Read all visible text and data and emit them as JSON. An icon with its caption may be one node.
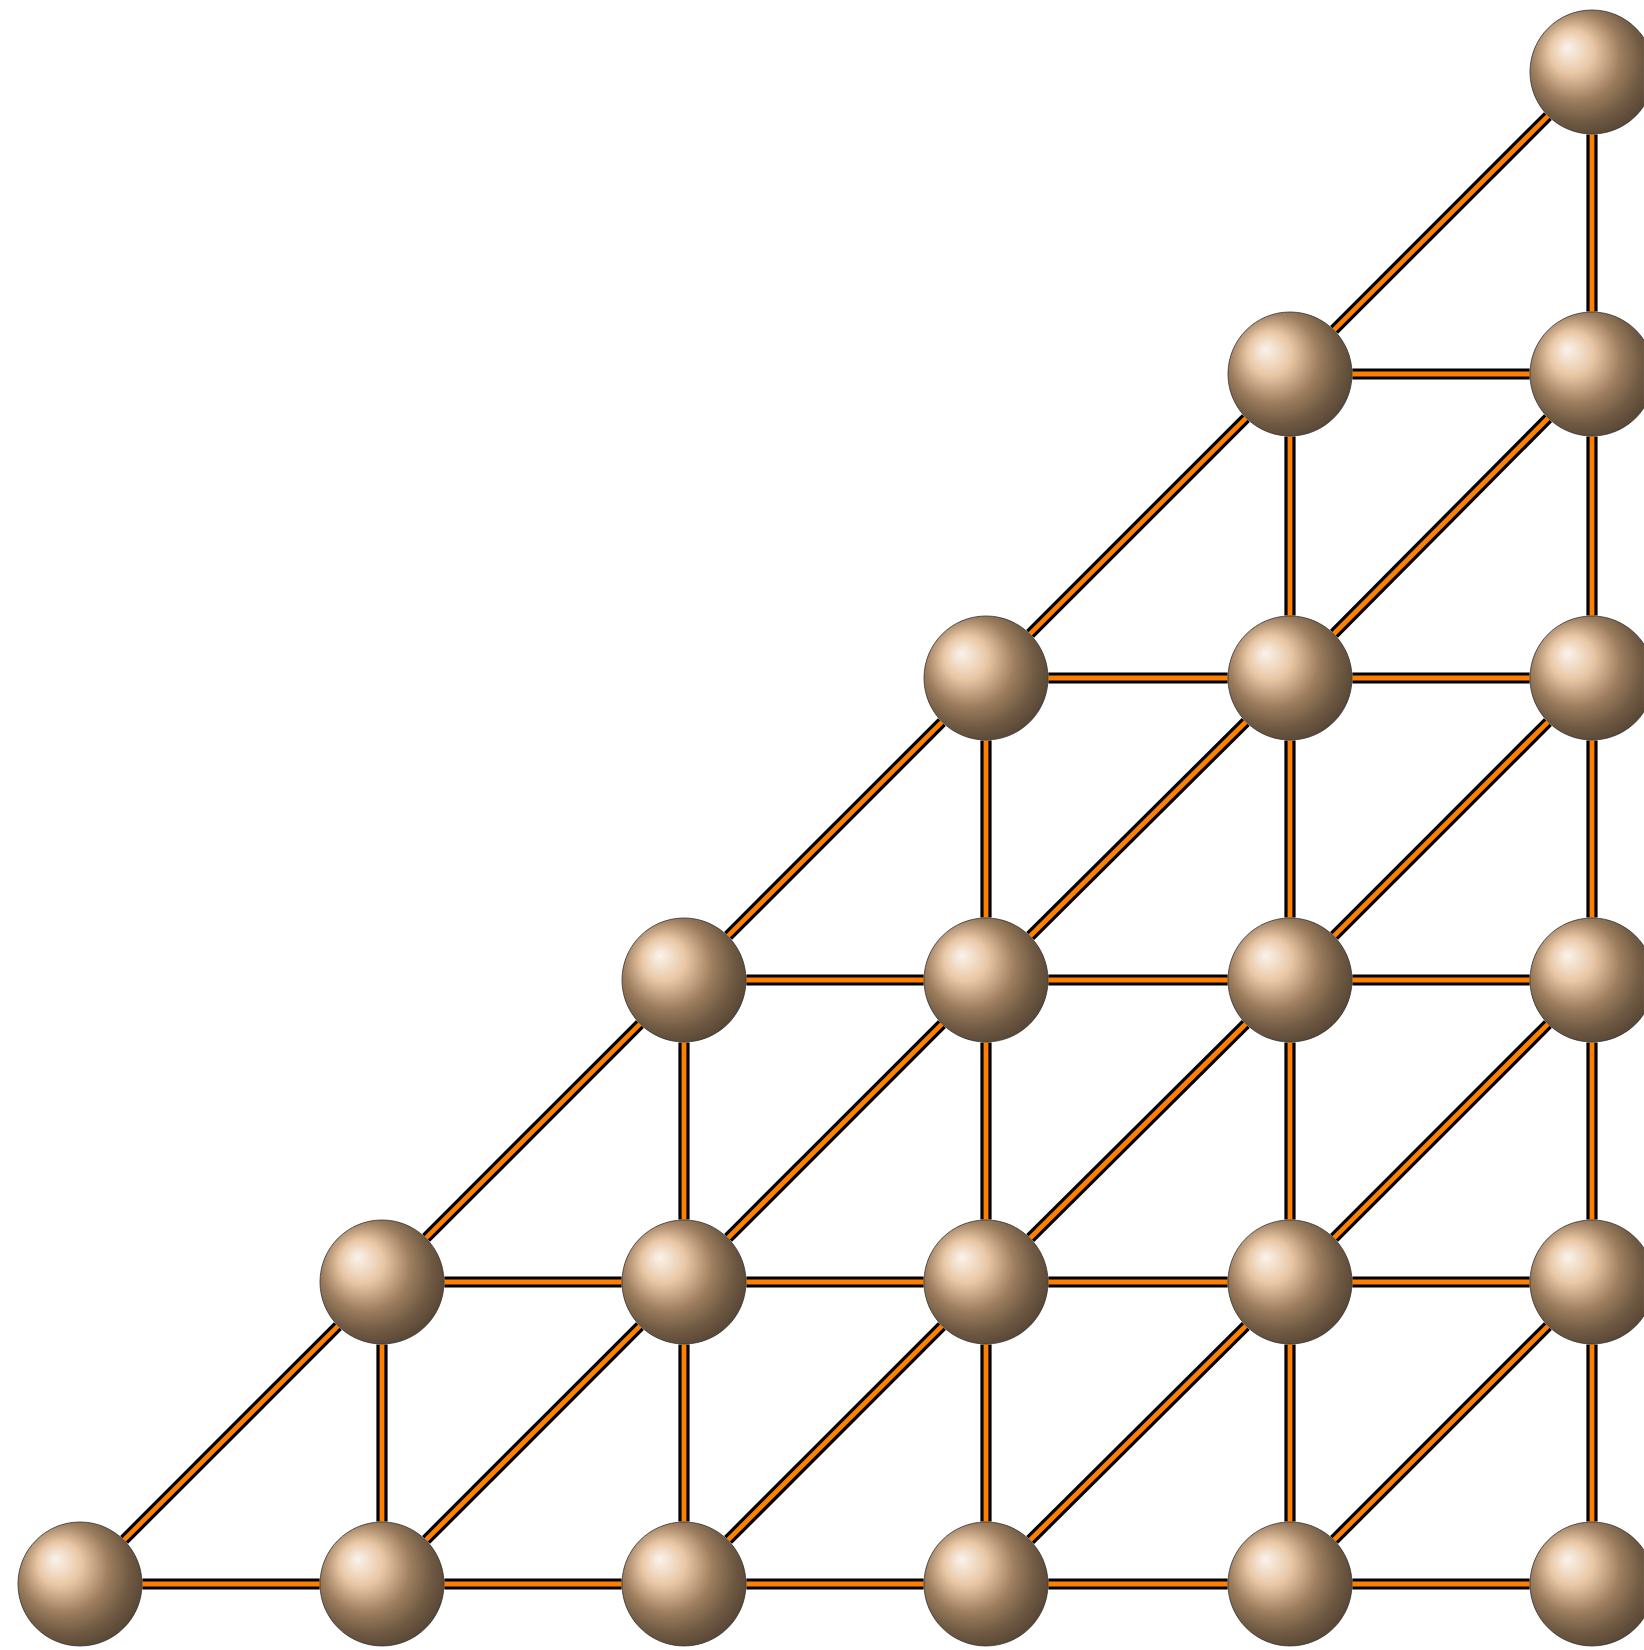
{
  "diagram": {
    "nodes": [
      {
        "text": [],
        "shape": "circle"
      },
      {
        "text": [],
        "shape": "circle"
      },
      {
        "text": [],
        "shape": "circle"
      },
      {
        "text": [],
        "shape": "circle"
      },
      {
        "text": [],
        "shape": "circle"
      },
      {
        "text": [],
        "shape": "circle"
      },
      {
        "text": [],
        "shape": "circle"
      },
      {
        "text": [],
        "shape": "circle"
      },
      {
        "text": [],
        "shape": "circle"
      },
      {
        "text": [],
        "shape": "circle"
      },
      {
        "text": [],
        "shape": "circle"
      },
      {
        "text": [],
        "shape": "circle"
      },
      {
        "text": [],
        "shape": "circle"
      },
      {
        "text": [],
        "shape": "circle"
      },
      {
        "text": [],
        "shape": "circle"
      },
      {
        "text": [],
        "shape": "circle"
      },
      {
        "text": [],
        "shape": "circle"
      },
      {
        "text": [],
        "shape": "circle"
      },
      {
        "text": [],
        "shape": "circle"
      },
      {
        "text": [],
        "shape": "circle"
      },
      {
        "text": [],
        "shape": "circle"
      }
    ],
    "edges": [
      {
        "from": 1,
        "to": 0,
        "arrow": "none"
      },
      {
        "from": 2,
        "to": 0,
        "arrow": "none"
      },
      {
        "from": 1,
        "to": 2,
        "arrow": "none"
      },
      {
        "from": 3,
        "to": 1,
        "arrow": "none"
      },
      {
        "from": 4,
        "to": 1,
        "arrow": "none"
      },
      {
        "from": 4,
        "to": 2,
        "arrow": "none"
      },
      {
        "from": 5,
        "to": 2,
        "arrow": "none"
      },
      {
        "from": 3,
        "to": 4,
        "arrow": "none"
      },
      {
        "from": 4,
        "to": 5,
        "arrow": "none"
      },
      {
        "from": 6,
        "to": 3,
        "arrow": "none"
      },
      {
        "from": 7,
        "to": 3,
        "arrow": "none"
      },
      {
        "from": 7,
        "to": 4,
        "arrow": "none"
      },
      {
        "from": 8,
        "to": 4,
        "arrow": "none"
      },
      {
        "from": 8,
        "to": 5,
        "arrow": "none"
      },
      {
        "from": 9,
        "to": 5,
        "arrow": "none"
      },
      {
        "from": 6,
        "to": 7,
        "arrow": "none"
      },
      {
        "from": 7,
        "to": 8,
        "arrow": "none"
      },
      {
        "from": 8,
        "to": 9,
        "arrow": "none"
      },
      {
        "from": 10,
        "to": 6,
        "arrow": "none"
      },
      {
        "from": 11,
        "to": 6,
        "arrow": "none"
      },
      {
        "from": 11,
        "to": 7,
        "arrow": "none"
      },
      {
        "from": 12,
        "to": 7,
        "arrow": "none"
      },
      {
        "from": 12,
        "to": 8,
        "arrow": "none"
      },
      {
        "from": 13,
        "to": 8,
        "arrow": "none"
      },
      {
        "from": 13,
        "to": 9,
        "arrow": "none"
      },
      {
        "from": 14,
        "to": 9,
        "arrow": "none"
      },
      {
        "from": 10,
        "to": 11,
        "arrow": "none"
      },
      {
        "from": 11,
        "to": 12,
        "arrow": "none"
      },
      {
        "from": 12,
        "to": 13,
        "arrow": "none"
      },
      {
        "from": 13,
        "to": 14,
        "arrow": "none"
      },
      {
        "from": 15,
        "to": 10,
        "arrow": "none"
      },
      {
        "from": 16,
        "to": 10,
        "arrow": "none"
      },
      {
        "from": 16,
        "to": 11,
        "arrow": "none"
      },
      {
        "from": 17,
        "to": 11,
        "arrow": "none"
      },
      {
        "from": 17,
        "to": 12,
        "arrow": "none"
      },
      {
        "from": 18,
        "to": 12,
        "arrow": "none"
      },
      {
        "from": 18,
        "to": 13,
        "arrow": "none"
      },
      {
        "from": 19,
        "to": 13,
        "arrow": "none"
      },
      {
        "from": 19,
        "to": 14,
        "arrow": "none"
      },
      {
        "from": 20,
        "to": 14,
        "arrow": "none"
      },
      {
        "from": 15,
        "to": 16,
        "arrow": "none"
      },
      {
        "from": 16,
        "to": 17,
        "arrow": "none"
      },
      {
        "from": 17,
        "to": 18,
        "arrow": "none"
      },
      {
        "from": 18,
        "to": 19,
        "arrow": "none"
      },
      {
        "from": 19,
        "to": 20,
        "arrow": "none"
      }
    ]
  }
}
